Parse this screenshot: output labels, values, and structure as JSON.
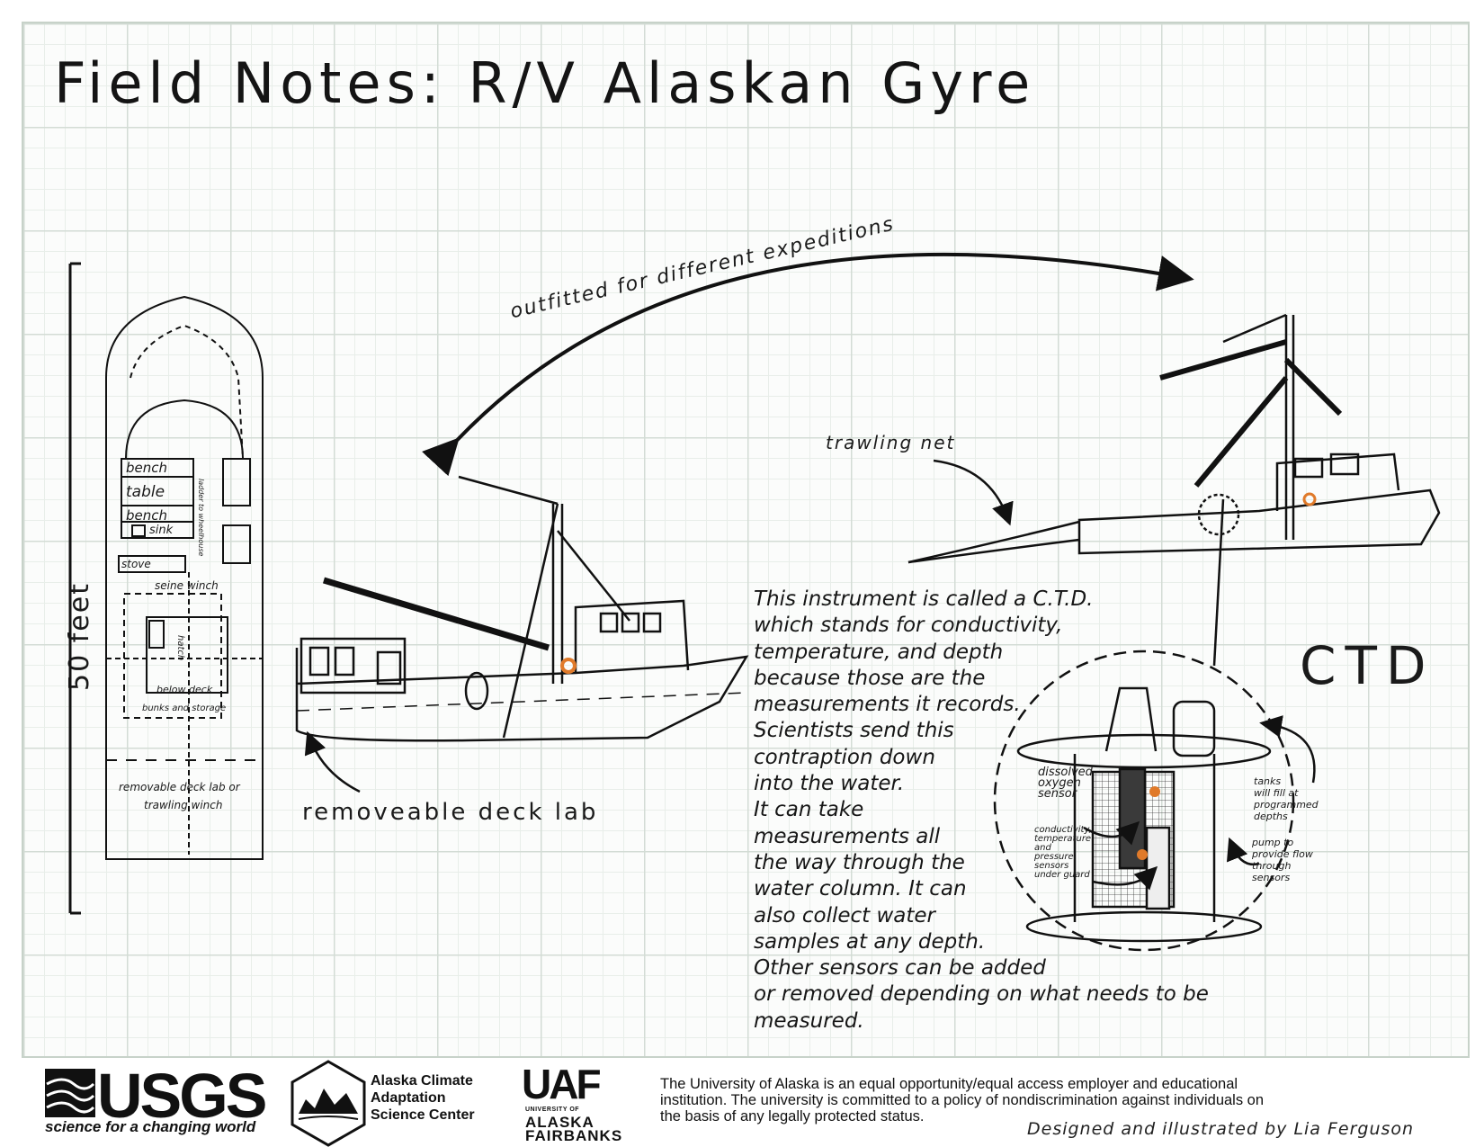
{
  "title": "Field Notes: R/V Alaskan Gyre",
  "length_label": "50 feet",
  "deck_plan": {
    "bench_top": "bench",
    "table": "table",
    "bench_bottom": "bench",
    "sink": "sink",
    "ladder": "ladder to wheelhouse",
    "stove": "stove",
    "seine_winch": "seine winch",
    "hatch": "hatch",
    "below_deck": "below deck",
    "bunks": "bunks and storage",
    "removable_lab_1": "removable deck lab or",
    "removable_lab_2": "trawling winch"
  },
  "annotations": {
    "outfitted": "outfitted for different expeditions",
    "trawling_net": "trawling net",
    "removeable_lab": "removeable deck lab",
    "ctd_title": "CTD",
    "dissolved_oxygen": [
      "dissolved",
      "oxygen",
      "sensor"
    ],
    "conductivity": [
      "conductivity,",
      "temperature",
      "and",
      "pressure",
      "sensors",
      "under guard"
    ],
    "tanks": [
      "tanks",
      "will fill at",
      "programmed",
      "depths"
    ],
    "pump": [
      "pump to",
      "provide flow",
      "through",
      "sensors"
    ]
  },
  "description": [
    "This instrument is called a C.T.D.",
    "which stands for conductivity,",
    "temperature, and depth",
    "because those are the",
    "measurements it records.",
    "Scientists send this",
    "contraption down",
    "into the water.",
    "It can take",
    "measurements all",
    "the way through the",
    "water column. It can",
    "also collect water",
    "samples at any depth.",
    "Other sensors can be added",
    "or removed depending on what needs to be",
    "measured."
  ],
  "footer": {
    "usgs_word": "USGS",
    "usgs_tag": "science for a changing world",
    "accsc": [
      "Alaska Climate",
      "Adaptation",
      "Science Center"
    ],
    "uaf_word": "UAF",
    "uaf_sub": "UNIVERSITY OF",
    "uaf_sub2": [
      "ALASKA",
      "FAIRBANKS"
    ],
    "equal_opportunity": [
      "The University of Alaska is an equal opportunity/equal access employer and educational",
      "institution. The university is committed to a policy of nondiscrimination against individuals on",
      "the basis of any legally protected status."
    ],
    "credit": "Designed and illustrated by Lia Ferguson"
  },
  "colors": {
    "ink": "#161616",
    "grid_major": "#d3dcd5",
    "grid_minor": "#e8eee9",
    "life_ring": "#e07a2a",
    "sensor_dark": "#3a3a3a"
  }
}
